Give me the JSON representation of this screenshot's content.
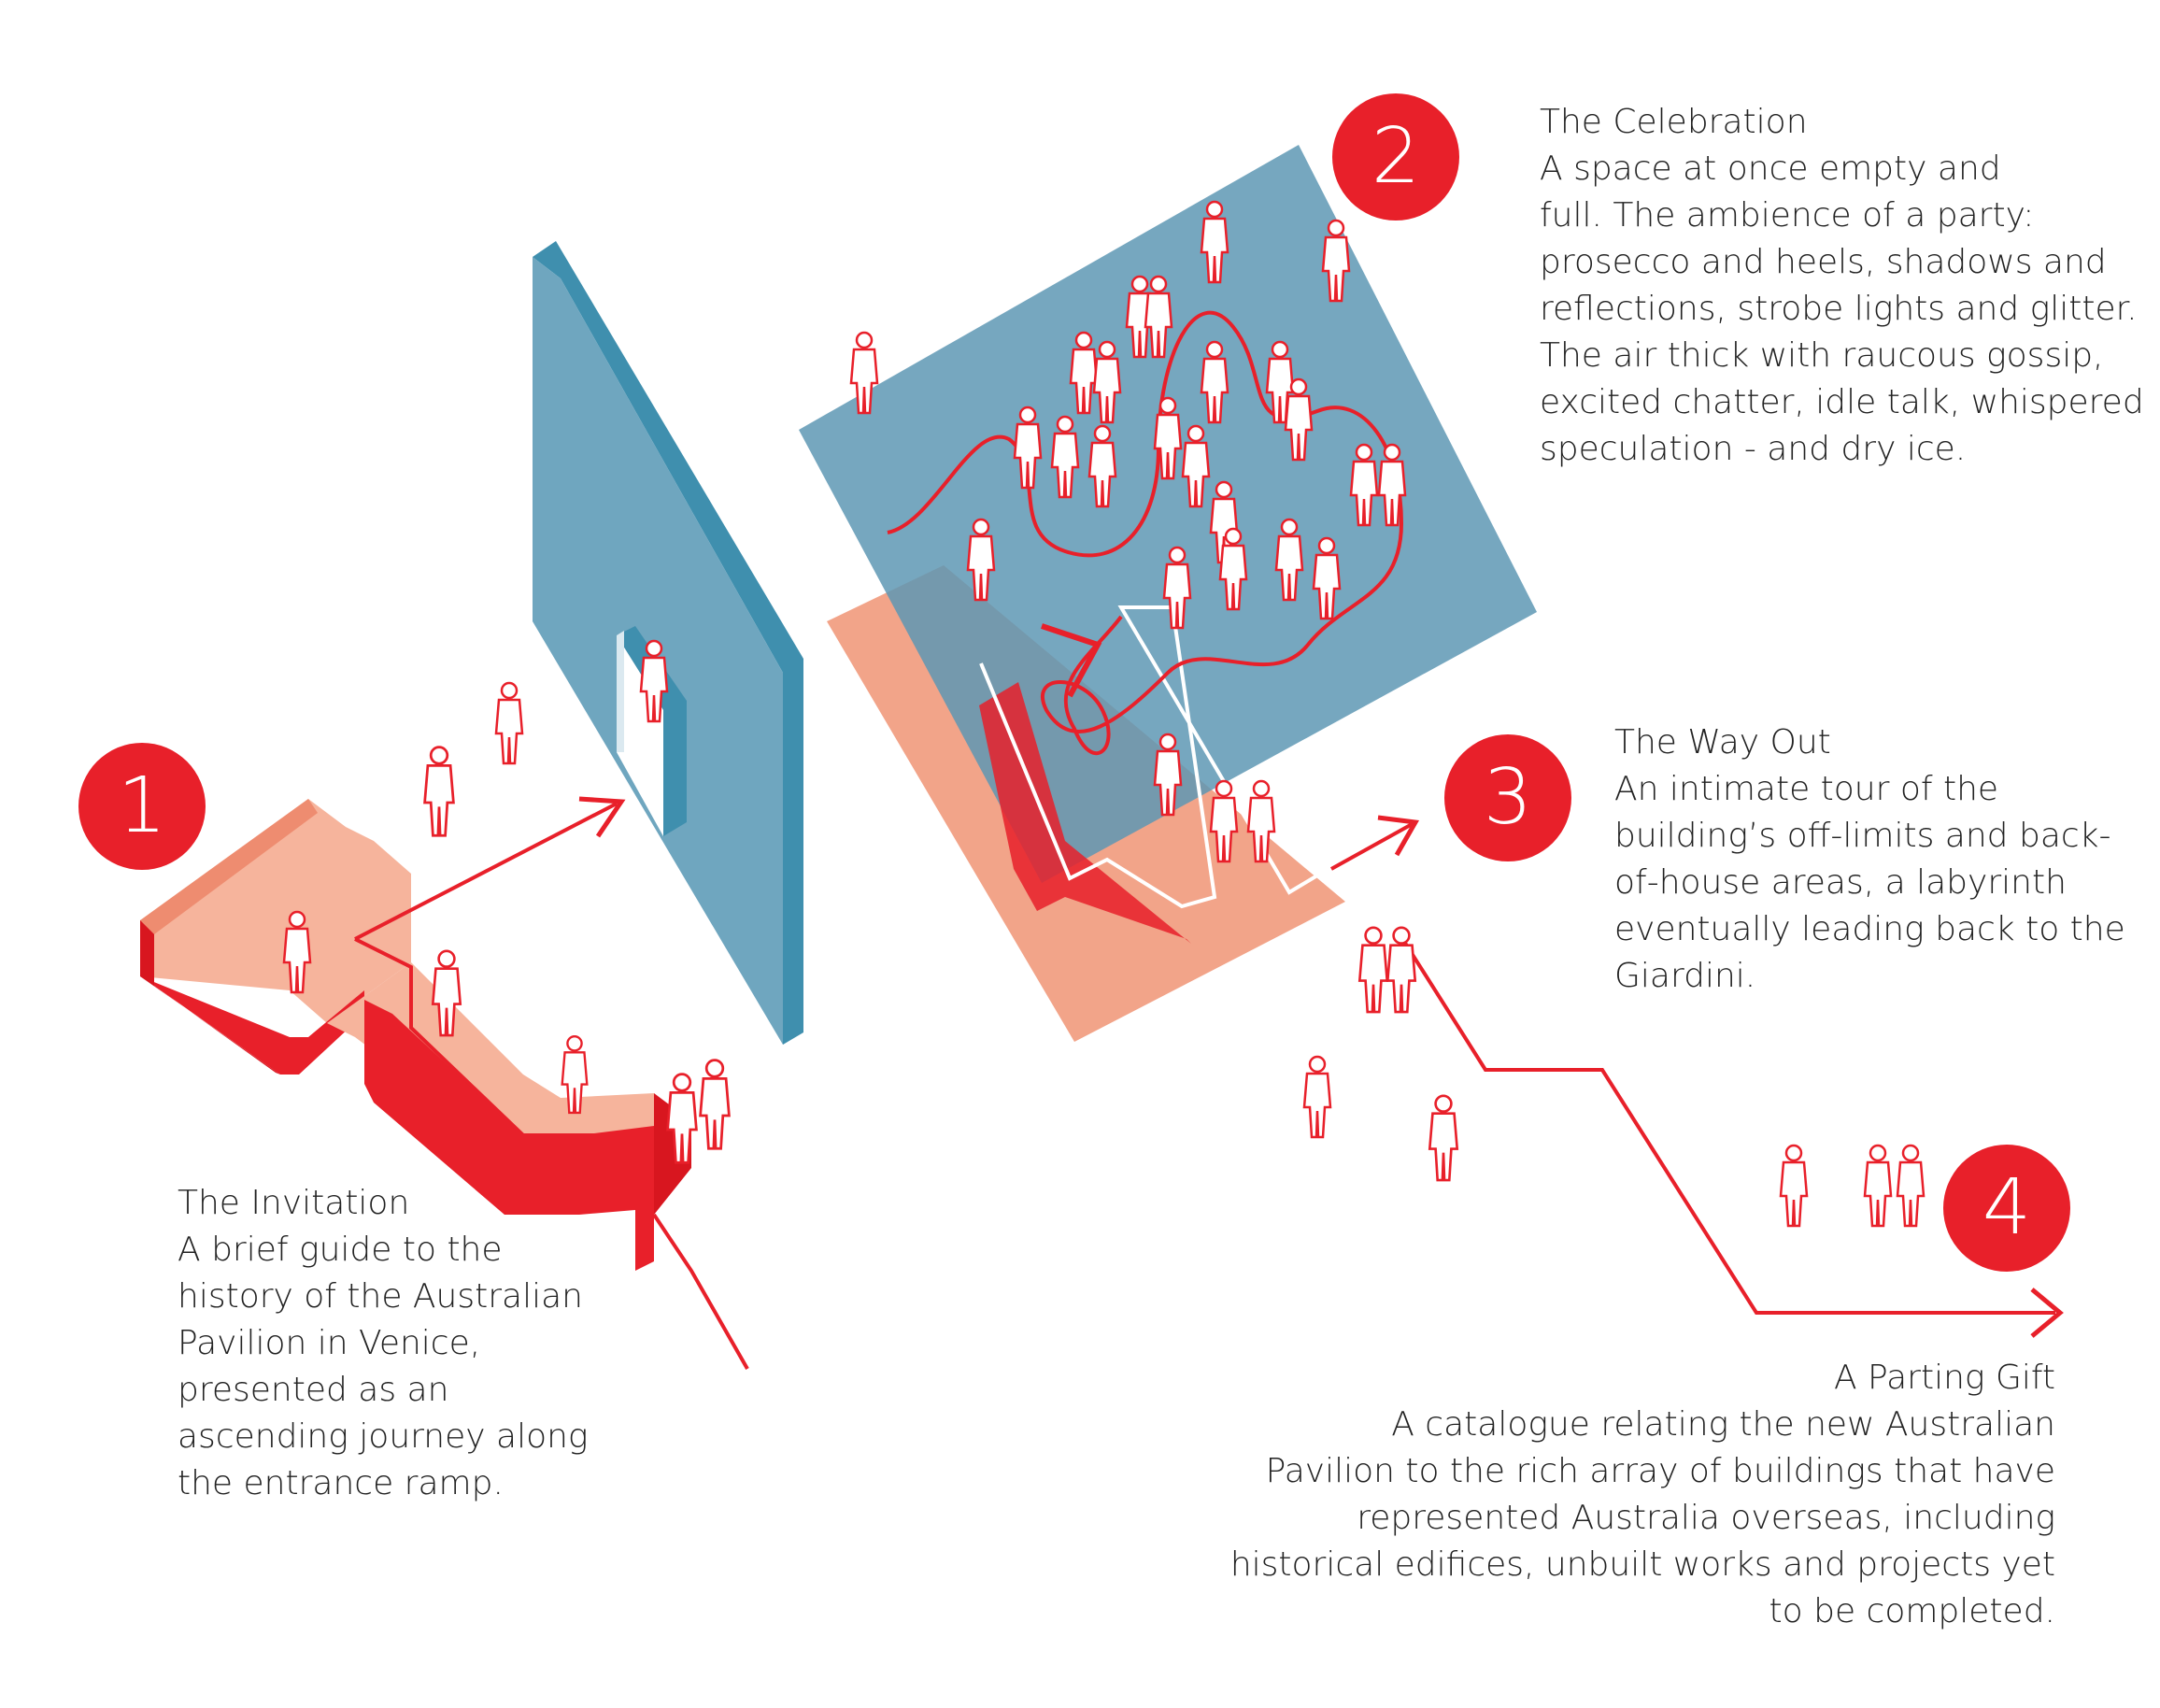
{
  "sections": [
    {
      "number": "1",
      "title": "The Invitation",
      "lines": [
        "A brief guide to the",
        "history of the Australian",
        "Pavilion in Venice,",
        "presented as an",
        "ascending journey along",
        "the entrance ramp."
      ]
    },
    {
      "number": "2",
      "title": "The Celebration",
      "lines": [
        "A space at once empty and",
        "full. The ambience of a party:",
        "prosecco and heels, shadows and",
        "reflections, strobe lights and glitter.",
        "The air thick with raucous gossip,",
        "excited chatter, idle talk, whispered",
        "speculation - and dry ice."
      ]
    },
    {
      "number": "3",
      "title": "The Way Out",
      "lines": [
        "An intimate tour of the",
        "building’s off-limits and back-",
        "of-house areas, a labyrinth",
        "eventually leading back to the",
        "Giardini."
      ]
    },
    {
      "number": "4",
      "title": "A Parting Gift",
      "lines": [
        "A catalogue relating the new Australian",
        "Pavilion to the rich array of buildings that have",
        "represented Australia overseas, including",
        "historical edifices, unbuilt works and projects yet",
        "to be completed."
      ]
    }
  ],
  "colors": {
    "accent_red": "#e8202a",
    "salmon": "#f2a489",
    "salmon_light": "#f6b49c",
    "blue": "#6fa6bf",
    "blue_dark": "#3f8fae",
    "text": "#222222"
  }
}
